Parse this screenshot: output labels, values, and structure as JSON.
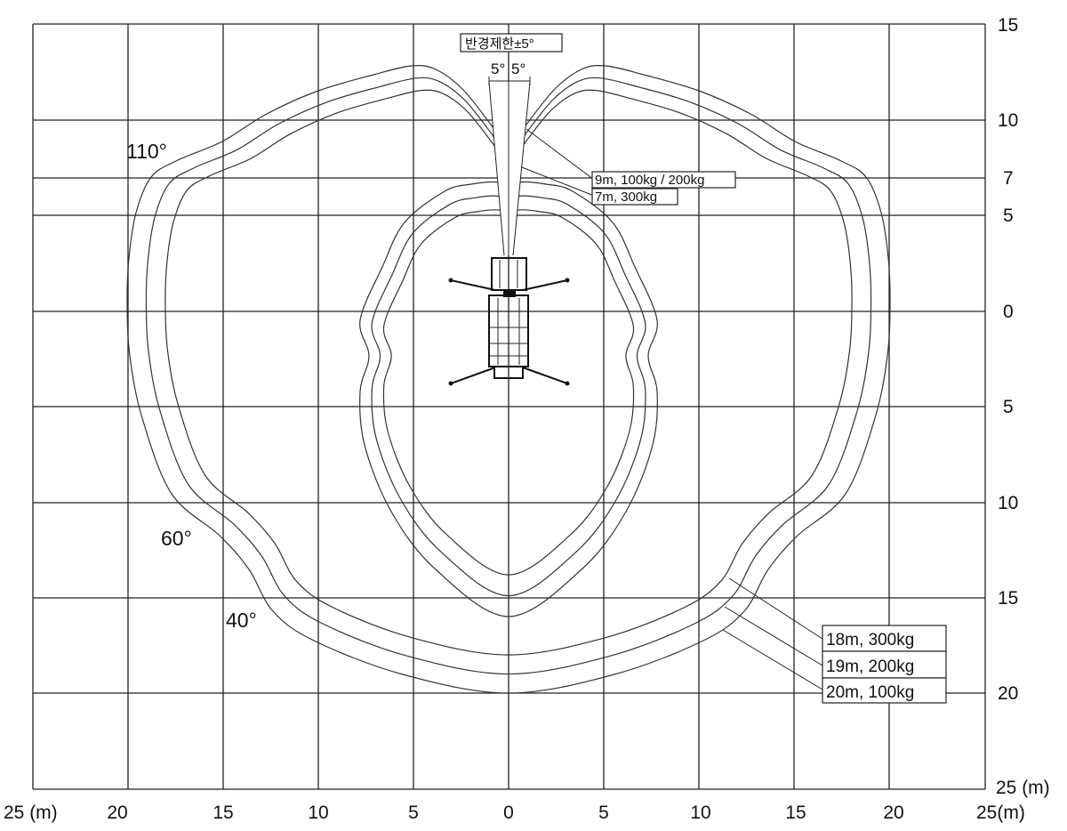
{
  "title_box": "반경제한±5°",
  "wedge_labels": [
    "5°",
    "5°"
  ],
  "right_axis_labels": [
    "15",
    "10",
    "7",
    "5",
    "0",
    "5",
    "10",
    "15",
    "20",
    "25 (m)"
  ],
  "bottom_axis_labels": [
    "25 (m)",
    "20",
    "15",
    "10",
    "5",
    "0",
    "5",
    "10",
    "15",
    "20",
    "25(m)"
  ],
  "angle_labels": {
    "a110": "110°",
    "a60": "60°",
    "a40": "40°"
  },
  "inner_labels": [
    "9m, 100kg / 200kg",
    "7m, 300kg"
  ],
  "outer_labels": [
    "18m, 300kg",
    "19m, 200kg",
    "20m, 100kg"
  ]
}
